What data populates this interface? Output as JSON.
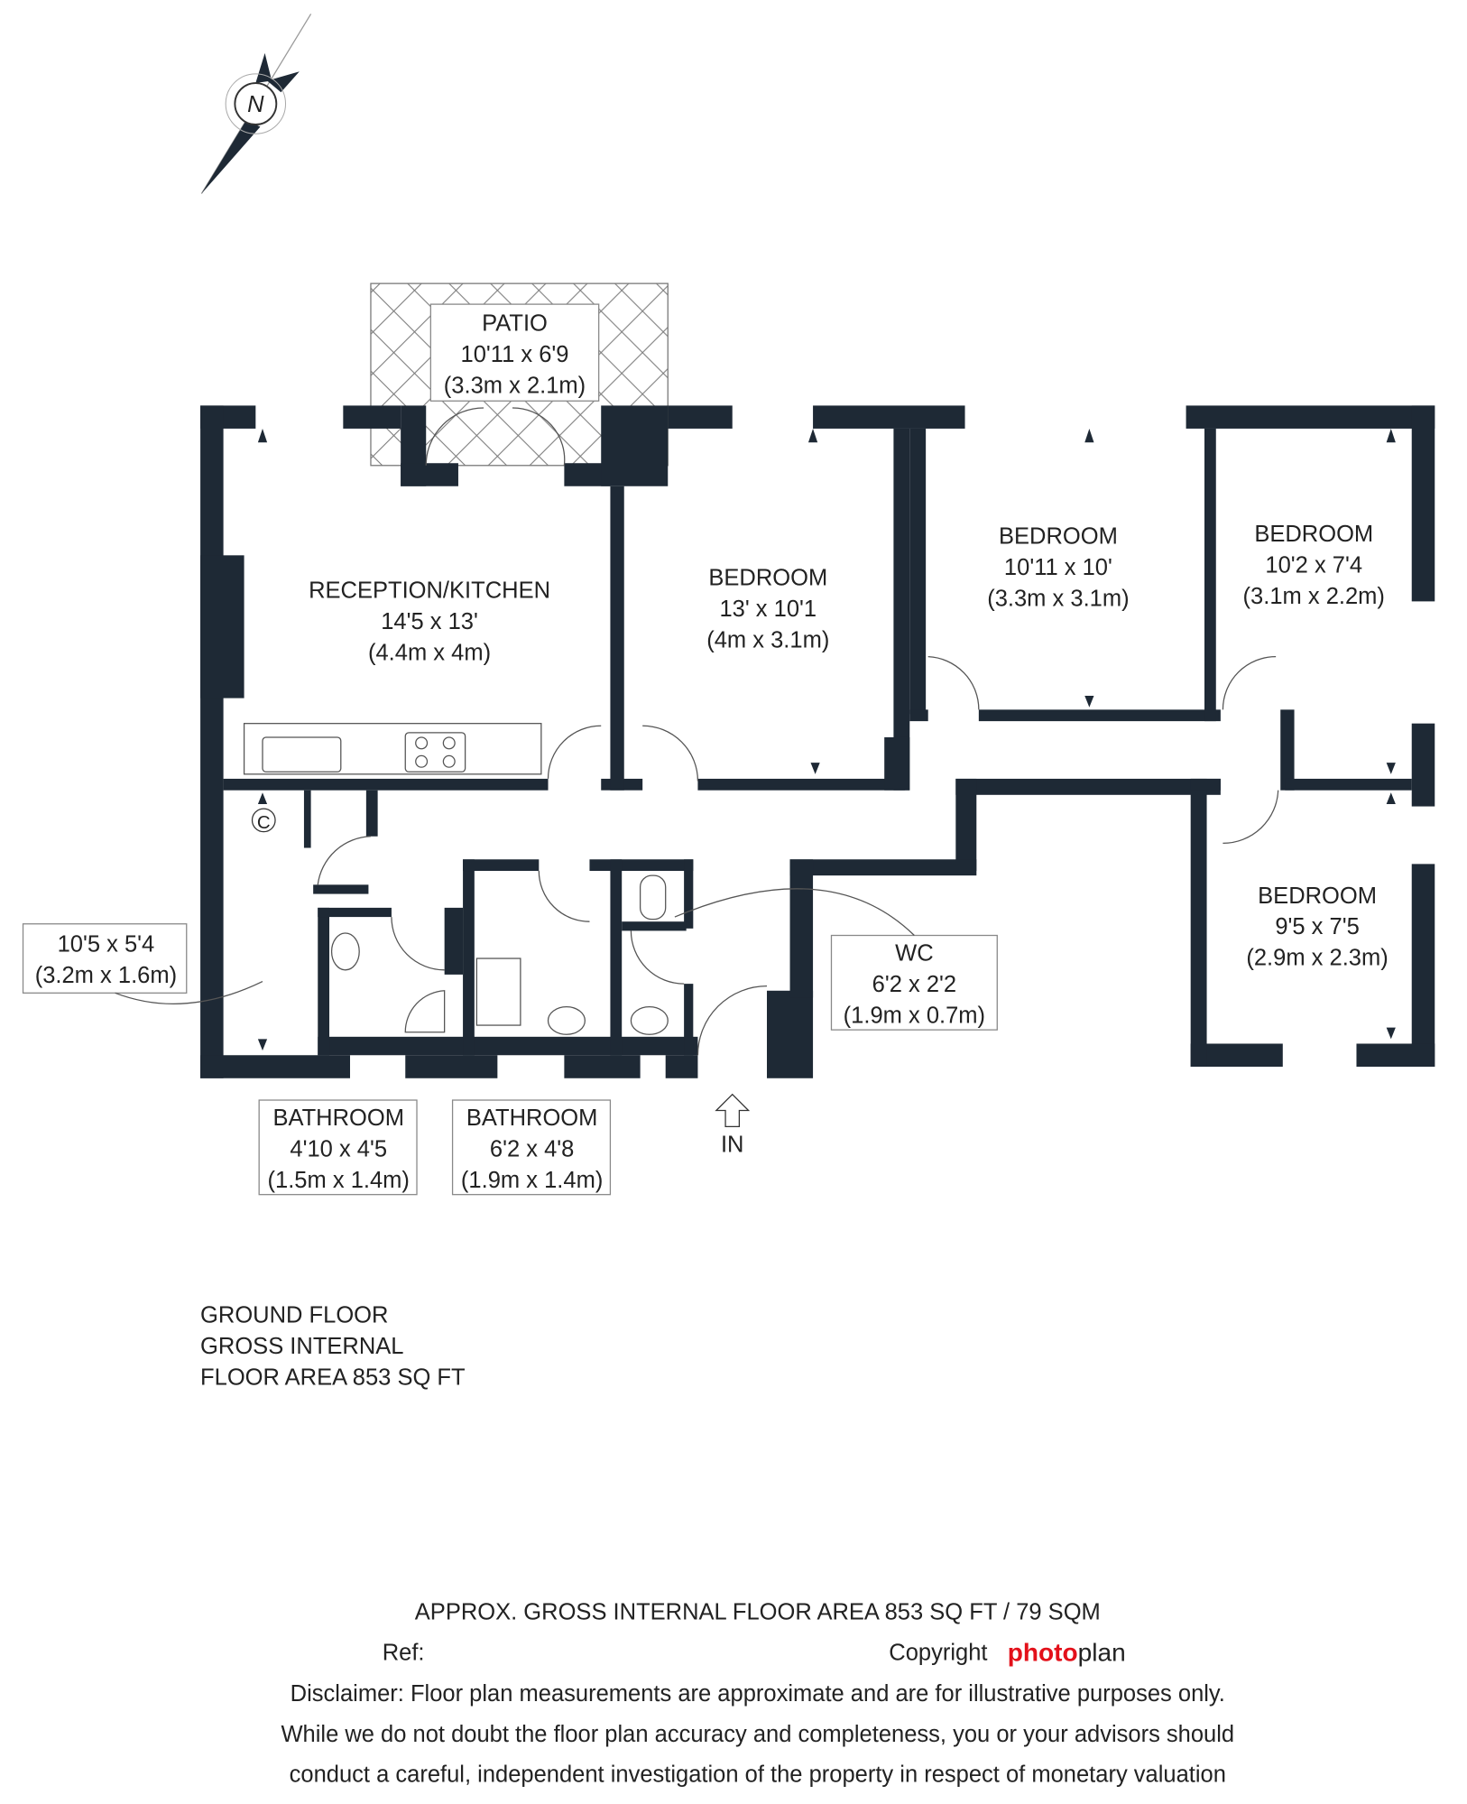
{
  "compass": {
    "label": "N"
  },
  "rooms": {
    "patio": {
      "name": "PATIO",
      "imperial": "10'11 x 6'9",
      "metric": "(3.3m x 2.1m)"
    },
    "reception": {
      "name": "RECEPTION/KITCHEN",
      "imperial": "14'5 x 13'",
      "metric": "(4.4m x 4m)"
    },
    "bedroom1": {
      "name": "BEDROOM",
      "imperial": "13' x 10'1",
      "metric": "(4m x 3.1m)"
    },
    "bedroom2": {
      "name": "BEDROOM",
      "imperial": "10'11 x 10'",
      "metric": "(3.3m x 3.1m)"
    },
    "bedroom3": {
      "name": "BEDROOM",
      "imperial": "10'2 x 7'4",
      "metric": "(3.1m x 2.2m)"
    },
    "bedroom4": {
      "name": "BEDROOM",
      "imperial": "9'5 x 7'5",
      "metric": "(2.9m x 2.3m)"
    },
    "hall": {
      "imperial": "10'5 x 5'4",
      "metric": "(3.2m x 1.6m)"
    },
    "wc": {
      "name": "WC",
      "imperial": "6'2 x 2'2",
      "metric": "(1.9m x 0.7m)"
    },
    "bathroom1": {
      "name": "BATHROOM",
      "imperial": "4'10 x 4'5",
      "metric": "(1.5m x 1.4m)"
    },
    "bathroom2": {
      "name": "BATHROOM",
      "imperial": "6'2 x 4'8",
      "metric": "(1.9m x 1.4m)"
    },
    "cupboard": {
      "label": "C"
    }
  },
  "entrance": {
    "label": "IN"
  },
  "floor_summary": [
    "GROUND FLOOR",
    "GROSS INTERNAL",
    "FLOOR AREA 853 SQ FT"
  ],
  "footer": {
    "area": "APPROX. GROSS INTERNAL FLOOR AREA 853 SQ FT / 79 SQM",
    "ref": "Ref:",
    "copyright": "Copyright",
    "brand_a": "photo",
    "brand_b": "plan",
    "brand_color": "#e3101a",
    "disclaimer": [
      "Disclaimer: Floor plan measurements are approximate and are for illustrative purposes only.",
      "While we do not doubt the floor plan accuracy and completeness, you or your advisors should",
      "conduct a careful, independent investigation of the property in respect of monetary valuation"
    ]
  },
  "colors": {
    "wall": "#1e2935"
  }
}
